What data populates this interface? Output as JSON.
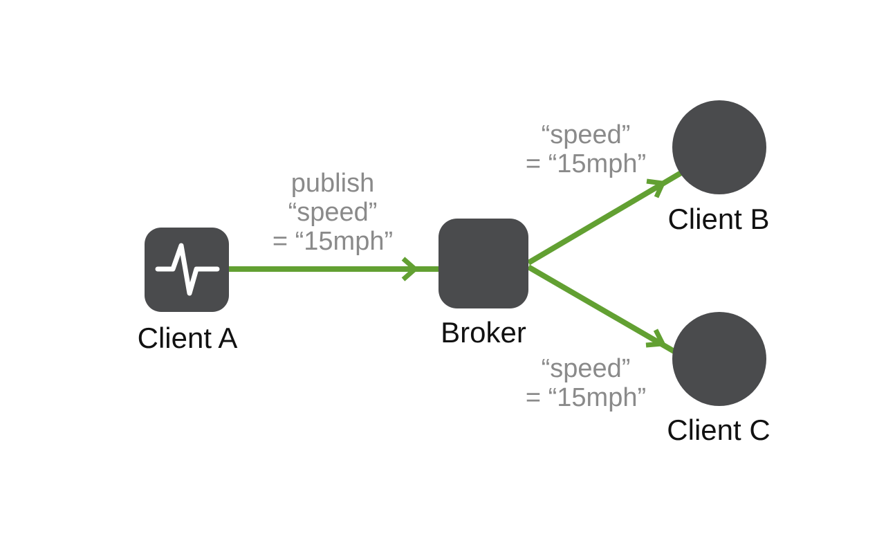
{
  "colors": {
    "node": "#4a4b4d",
    "edge": "#62a032",
    "icon": "#ffffff",
    "label": "#111111",
    "message": "#8a8a8a"
  },
  "nodes": {
    "client_a": {
      "label": "Client A",
      "shape": "rounded-square",
      "icon": "heartbeat-icon"
    },
    "broker": {
      "label": "Broker",
      "shape": "rounded-square"
    },
    "client_b": {
      "label": "Client B",
      "shape": "circle"
    },
    "client_c": {
      "label": "Client C",
      "shape": "circle"
    }
  },
  "edges": {
    "publish": {
      "from": "Client A",
      "to": "Broker",
      "line1": "publish",
      "line2": "“speed”",
      "line3": "= “15mph”"
    },
    "to_client_b": {
      "from": "Broker",
      "to": "Client B",
      "line1": "“speed”",
      "line2": "= “15mph”"
    },
    "to_client_c": {
      "from": "Broker",
      "to": "Client C",
      "line1": "“speed”",
      "line2": "= “15mph”"
    }
  }
}
